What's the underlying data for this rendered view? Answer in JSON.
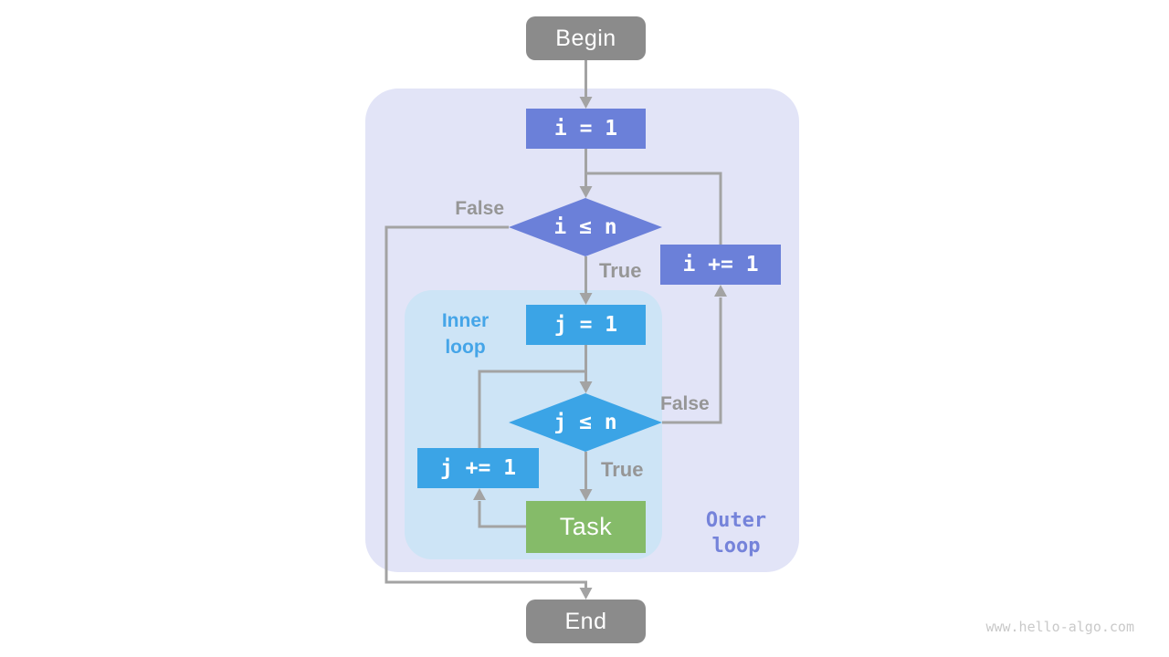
{
  "diagram": {
    "title_watermark": "www.hello-algo.com",
    "type": "flowchart-nested-loop",
    "nodes": {
      "begin": {
        "label": "Begin",
        "shape": "rounded-terminal",
        "color": "#8b8b8b"
      },
      "i_init": {
        "label": "i = 1",
        "shape": "process",
        "color": "#6b80d9"
      },
      "outer_cond": {
        "label": "i ≤ n",
        "shape": "decision",
        "color": "#6b80d9"
      },
      "i_inc": {
        "label": "i += 1",
        "shape": "process",
        "color": "#6b80d9"
      },
      "j_init": {
        "label": "j = 1",
        "shape": "process",
        "color": "#3ba4e6"
      },
      "inner_cond": {
        "label": "j ≤ n",
        "shape": "decision",
        "color": "#3ba4e6"
      },
      "j_inc": {
        "label": "j += 1",
        "shape": "process",
        "color": "#3ba4e6"
      },
      "task": {
        "label": "Task",
        "shape": "process",
        "color": "#85bb69"
      },
      "end": {
        "label": "End",
        "shape": "rounded-terminal",
        "color": "#8b8b8b"
      }
    },
    "branch_labels": {
      "outer_false": "False",
      "outer_true": "True",
      "inner_false": "False",
      "inner_true": "True"
    },
    "regions": {
      "outer_loop": {
        "line1": "Outer",
        "line2": "loop",
        "fill": "#e2e4f7",
        "label_color": "#7583da"
      },
      "inner_loop": {
        "line1": "Inner",
        "line2": "loop",
        "fill": "#cde4f6",
        "label_color": "#45a5e8"
      }
    },
    "edges": [
      {
        "from": "begin",
        "to": "i_init"
      },
      {
        "from": "i_init",
        "to": "outer_cond"
      },
      {
        "from": "outer_cond",
        "to": "end",
        "label": "False"
      },
      {
        "from": "outer_cond",
        "to": "j_init",
        "label": "True"
      },
      {
        "from": "j_init",
        "to": "inner_cond"
      },
      {
        "from": "inner_cond",
        "to": "i_inc",
        "label": "False"
      },
      {
        "from": "inner_cond",
        "to": "task",
        "label": "True"
      },
      {
        "from": "task",
        "to": "j_inc"
      },
      {
        "from": "j_inc",
        "to": "inner_cond"
      },
      {
        "from": "i_inc",
        "to": "outer_cond"
      }
    ],
    "connector_color": "#a3a3a3"
  }
}
